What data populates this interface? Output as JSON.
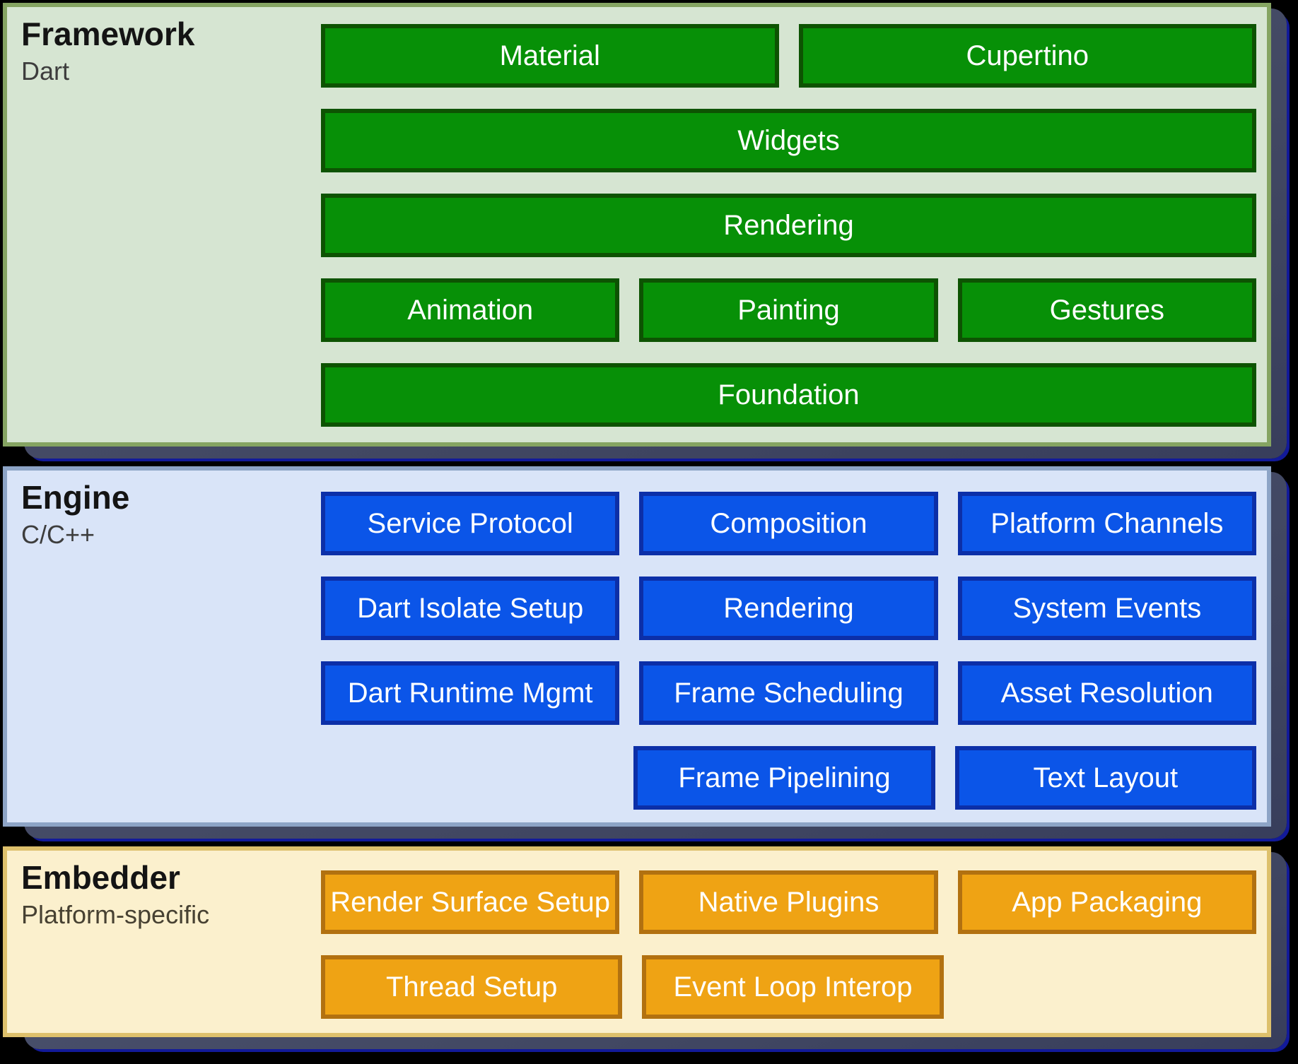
{
  "page": {
    "background": "#000000"
  },
  "shadow": {
    "color": "#424863",
    "edge_color": "#121a99"
  },
  "sections": {
    "framework": {
      "title": "Framework",
      "subtitle": "Dart",
      "colors": {
        "bg": "#d6e5d2",
        "border": "#85a462",
        "subtitle": "#3d3d3d",
        "button_bg": "#079007",
        "button_border": "#0d5302",
        "button_text": "#ffffff"
      },
      "rows": [
        [
          "Material",
          "Cupertino"
        ],
        [
          "Widgets"
        ],
        [
          "Rendering"
        ],
        [
          "Animation",
          "Painting",
          "Gestures"
        ],
        [
          "Foundation"
        ]
      ]
    },
    "engine": {
      "title": "Engine",
      "subtitle": "C/C++",
      "colors": {
        "bg": "#d9e4f8",
        "border": "#8da4c6",
        "subtitle": "#3d3d3d",
        "button_bg": "#0b55e8",
        "button_border": "#0c2fa8",
        "button_text": "#ffffff"
      },
      "rows": [
        [
          "Service Protocol",
          "Composition",
          "Platform Channels"
        ],
        [
          "Dart Isolate Setup",
          "Rendering",
          "System Events"
        ],
        [
          "Dart Runtime Mgmt",
          "Frame Scheduling",
          "Asset Resolution"
        ],
        [
          null,
          "Frame Pipelining",
          "Text Layout"
        ]
      ]
    },
    "embedder": {
      "title": "Embedder",
      "subtitle": "Platform-specific",
      "colors": {
        "bg": "#fbf0cd",
        "border": "#ddc06c",
        "subtitle": "#474132",
        "button_bg": "#efa314",
        "button_border": "#b27110",
        "button_text": "#ffffff"
      },
      "rows": [
        [
          "Render Surface Setup",
          "Native Plugins",
          "App Packaging"
        ],
        [
          "Thread Setup",
          "Event Loop Interop",
          null
        ]
      ]
    }
  }
}
